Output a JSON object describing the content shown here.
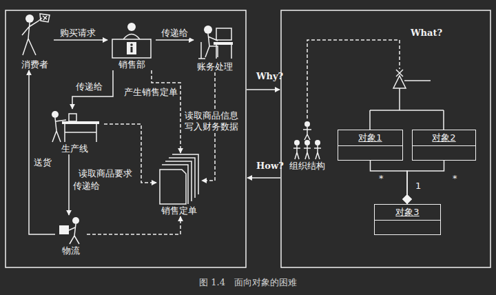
{
  "diagram": {
    "caption": "图 1.4　面向对象的困难",
    "nodes": [
      {
        "text": [
          "消费者"
        ]
      },
      {
        "text": [
          "销售部"
        ]
      },
      {
        "text": [
          "账务处理"
        ]
      },
      {
        "text": [
          "生产线"
        ]
      },
      {
        "text": [
          "物流"
        ]
      },
      {
        "text": [
          "销售定单"
        ]
      },
      {
        "text": [
          "组织结构"
        ]
      },
      {
        "text": [
          "对象1"
        ]
      },
      {
        "text": [
          "对象2"
        ]
      },
      {
        "text": [
          "对象3"
        ]
      }
    ],
    "edges": [
      {
        "from": 0,
        "to": 1,
        "arrow": "to",
        "label": "购买请求"
      },
      {
        "from": 1,
        "to": 2,
        "arrow": "to",
        "label": "传递给"
      },
      {
        "from": 1,
        "to": 3,
        "arrow": "to",
        "label": "传递给"
      },
      {
        "from": 3,
        "to": 4,
        "arrow": "to",
        "label": "传递给"
      },
      {
        "from": 4,
        "to": 0,
        "arrow": "to",
        "label": "送货"
      },
      {
        "from": 1,
        "to": 5,
        "arrow": "to",
        "label": "产生销售定单"
      },
      {
        "from": 2,
        "to": 5,
        "arrow": "to",
        "label": "读取商品信息 写入财务数据"
      },
      {
        "from": 3,
        "to": 5,
        "arrow": "to",
        "label": "读取商品要求"
      },
      {
        "from": 4,
        "to": 5,
        "arrow": "to"
      },
      {
        "from": 7,
        "to": 9,
        "arrow": "to"
      },
      {
        "from": 8,
        "to": 9,
        "arrow": "to"
      }
    ],
    "labels": [
      "Why?",
      "How?",
      "What?",
      "*",
      "1",
      "*"
    ]
  }
}
